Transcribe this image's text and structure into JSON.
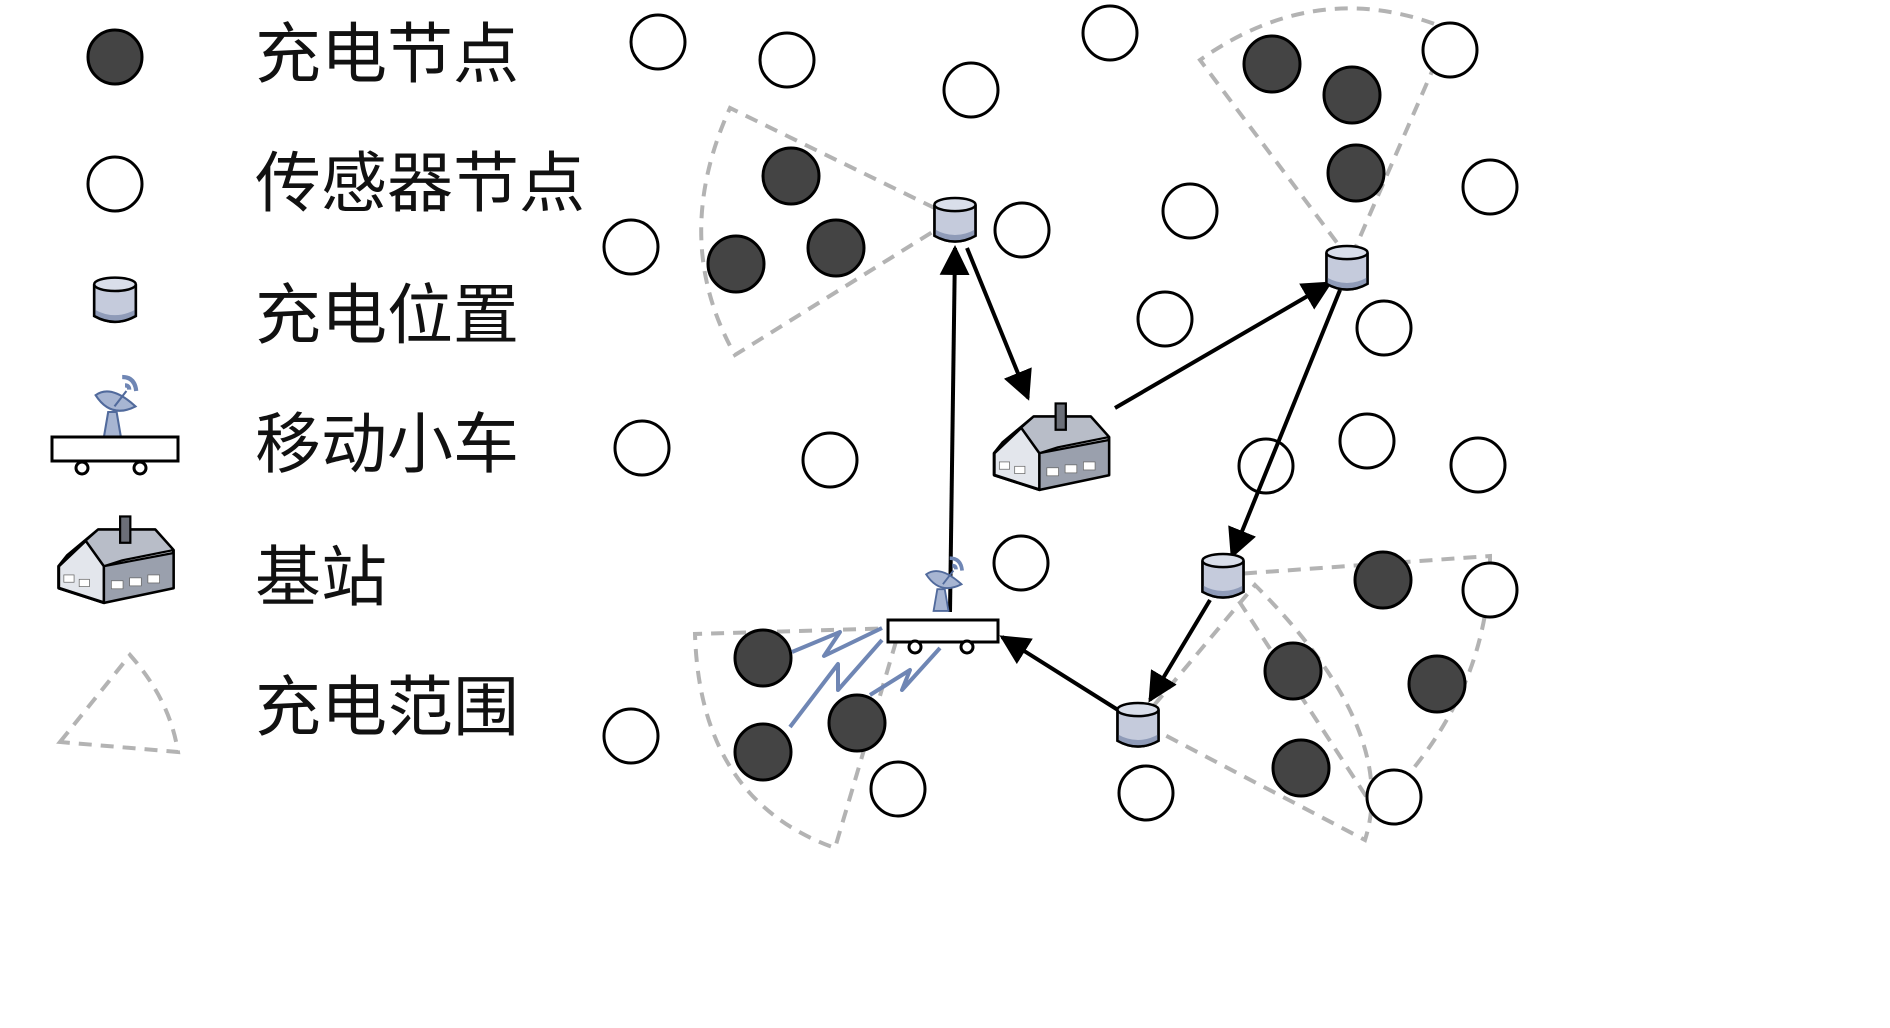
{
  "legend": {
    "items": [
      {
        "key": "charging-node",
        "label": "充电节点"
      },
      {
        "key": "sensor-node",
        "label": "传感器节点"
      },
      {
        "key": "charging-position",
        "label": "充电位置"
      },
      {
        "key": "mobile-vehicle",
        "label": "移动小车"
      },
      {
        "key": "base-station",
        "label": "基站"
      },
      {
        "key": "charging-range",
        "label": "充电范围"
      }
    ]
  },
  "colors": {
    "charging_node_fill": "#444444",
    "sensor_node_fill": "#ffffff",
    "outline": "#000000",
    "range_dash": "#b3b3b3",
    "vehicle_accent": "#6f86b4",
    "cylinder_fill": "#c5cbdc"
  }
}
